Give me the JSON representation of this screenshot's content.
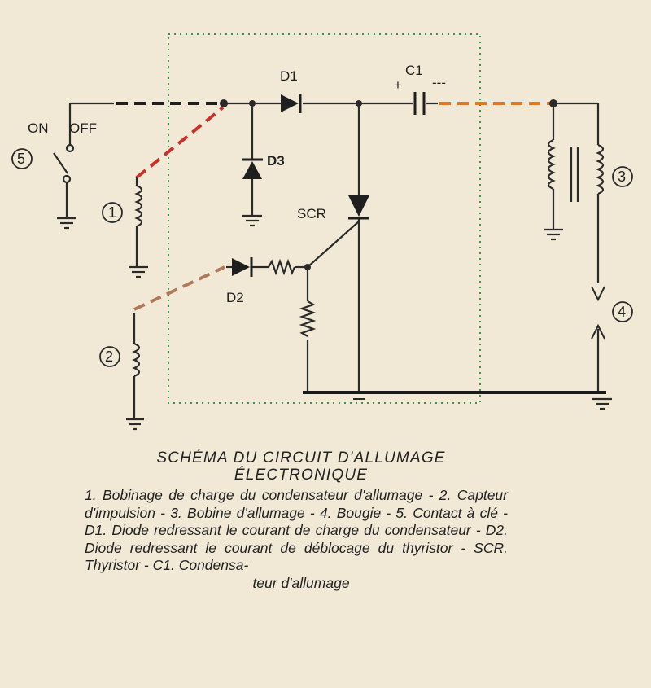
{
  "labels": {
    "d1": "D1",
    "c1": "C1",
    "c1_plus": "+",
    "c1_minus": "---",
    "d3": "D3",
    "scr": "SCR",
    "d2": "D2",
    "on": "ON",
    "off": "OFF",
    "n1": "1",
    "n2": "2",
    "n3": "3",
    "n4": "4",
    "n5": "5"
  },
  "caption": {
    "title_line1": "SCHÉMA DU CIRCUIT D'ALLUMAGE",
    "title_line2": "ÉLECTRONIQUE",
    "body": "1. Bobinage de charge du condensateur d'allumage - 2. Capteur d'impulsion - 3. Bobine d'allumage - 4. Bougie - 5. Contact à clé - D1. Diode redressant le courant de charge du condensateur - D2. Diode redressant le courant de déblocage du thyristor - SCR. Thyristor - C1. Condensa-",
    "end": "teur d'allumage"
  },
  "colors": {
    "wire": "#2a2a2a",
    "red_dash": "#c8302a",
    "brown_dash": "#b07a5a",
    "orange_dash": "#dd7a2a",
    "green_dotted": "#2f9a4a",
    "background": "#f1e9d6"
  }
}
